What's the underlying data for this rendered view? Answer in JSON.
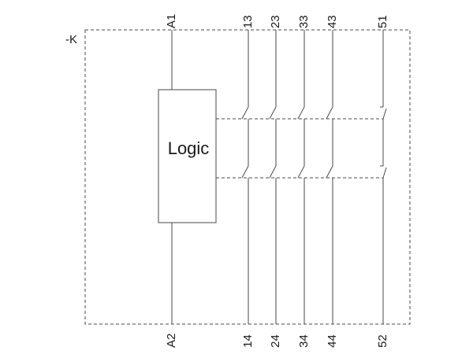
{
  "device": {
    "label": "-K"
  },
  "logic_block": {
    "label": "Logic"
  },
  "coil": {
    "top_terminal": "A1",
    "bottom_terminal": "A2"
  },
  "contacts": [
    {
      "top": "13",
      "bottom": "14",
      "kind": "NO"
    },
    {
      "top": "23",
      "bottom": "24",
      "kind": "NO"
    },
    {
      "top": "33",
      "bottom": "34",
      "kind": "NO"
    },
    {
      "top": "43",
      "bottom": "44",
      "kind": "NO"
    },
    {
      "top": "51",
      "bottom": "52",
      "kind": "NC"
    }
  ],
  "colors": {
    "line": "#4a4a4a",
    "text": "#1a1a1a",
    "background": "#ffffff"
  }
}
